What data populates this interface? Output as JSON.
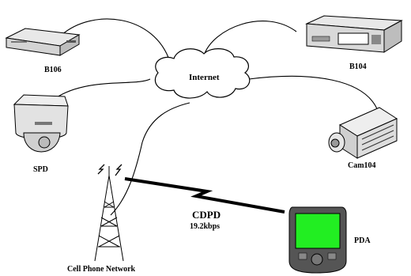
{
  "diagram": {
    "center": {
      "label": "Internet"
    },
    "nodes": [
      {
        "id": "b106",
        "label": "B106",
        "icon": "video-server-icon"
      },
      {
        "id": "b104",
        "label": "B104",
        "icon": "video-server-icon"
      },
      {
        "id": "spd",
        "label": "SPD",
        "icon": "dome-camera-icon"
      },
      {
        "id": "cam104",
        "label": "Cam104",
        "icon": "network-camera-icon"
      },
      {
        "id": "tower",
        "label": "Cell Phone Network",
        "icon": "cell-tower-icon"
      },
      {
        "id": "pda",
        "label": "PDA",
        "icon": "pda-icon"
      }
    ],
    "link": {
      "label": "CDPD",
      "speed": "19.2kbps"
    },
    "colors": {
      "pda_screen": "#22ee22",
      "pda_body": "#555555",
      "stroke": "#000000"
    }
  }
}
